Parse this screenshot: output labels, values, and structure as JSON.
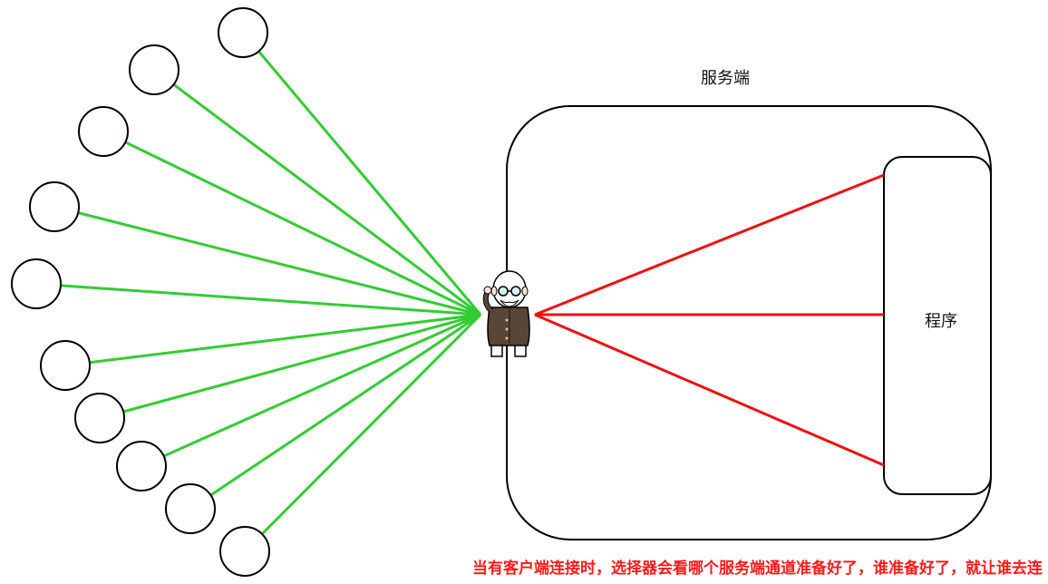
{
  "server_label": "服务端",
  "program_label": "程序",
  "caption": "当有客户端连接时，选择器会看哪个服务端通道准备好了，谁准备好了，就让谁去连",
  "colors": {
    "client_line": "#33cc33",
    "program_line": "#ee1111",
    "stroke": "#000000",
    "caption": "#ff1a1a"
  },
  "icons": {
    "selector": "old-man-glasses-figure"
  },
  "counts": {
    "clients": 10,
    "program_links": 3
  }
}
